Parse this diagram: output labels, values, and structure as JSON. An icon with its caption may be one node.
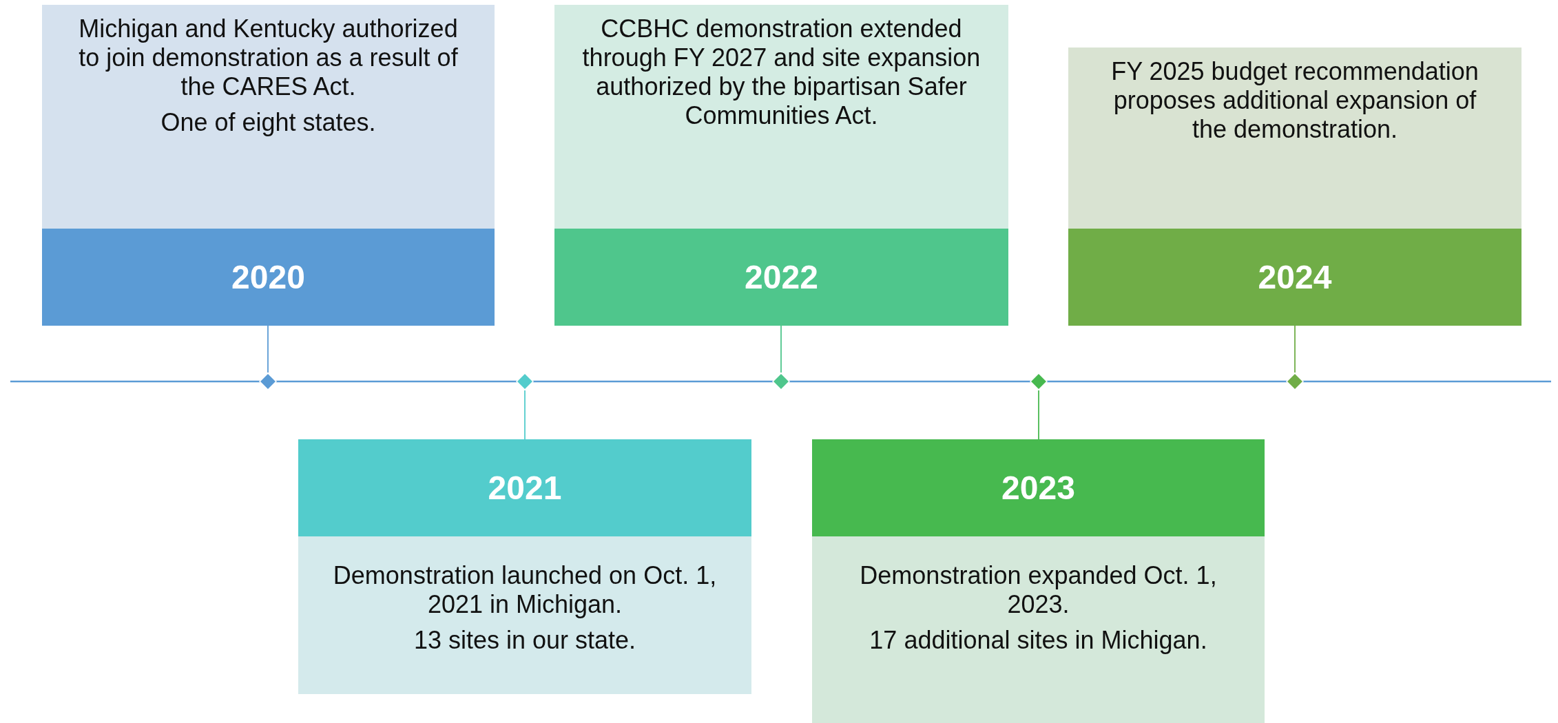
{
  "diagram": {
    "nodes": [
      {
        "text": [
          "Michigan and Kentucky authorized to join demonstration as a result of the CARES Act.",
          "One of eight states.",
          "2020"
        ]
      },
      {
        "text": [
          "2021",
          "Demonstration launched on Oct. 1, 2021 in Michigan.",
          "13 sites in our state."
        ]
      },
      {
        "text": [
          "CCBHC demonstration extended through FY 2027 and site expansion authorized by the bipartisan Safer Communities Act.",
          "2022"
        ]
      },
      {
        "text": [
          "2023",
          "Demonstration expanded Oct. 1, 2023.",
          "17 additional sites in Michigan."
        ]
      },
      {
        "text": [
          "FY 2025 budget recommendation proposes additional expansion of the demonstration.",
          "2024"
        ]
      },
      {
        "text": [],
        "shape": "diamond"
      },
      {
        "text": [],
        "shape": "diamond"
      },
      {
        "text": [],
        "shape": "diamond"
      },
      {
        "text": [],
        "shape": "diamond"
      },
      {
        "text": [],
        "shape": "diamond"
      }
    ],
    "edges": [
      {
        "from": 0,
        "to": 5,
        "arrow": "none",
        "color": "#5b9bd5"
      },
      {
        "from": 1,
        "to": 6,
        "arrow": "none",
        "color": "#53cccc"
      },
      {
        "from": 2,
        "to": 7,
        "arrow": "none",
        "color": "#4fc68c"
      },
      {
        "from": 3,
        "to": 8,
        "arrow": "none",
        "color": "#47b94f"
      },
      {
        "from": 4,
        "to": 9,
        "arrow": "none",
        "color": "#70ad47"
      }
    ]
  }
}
